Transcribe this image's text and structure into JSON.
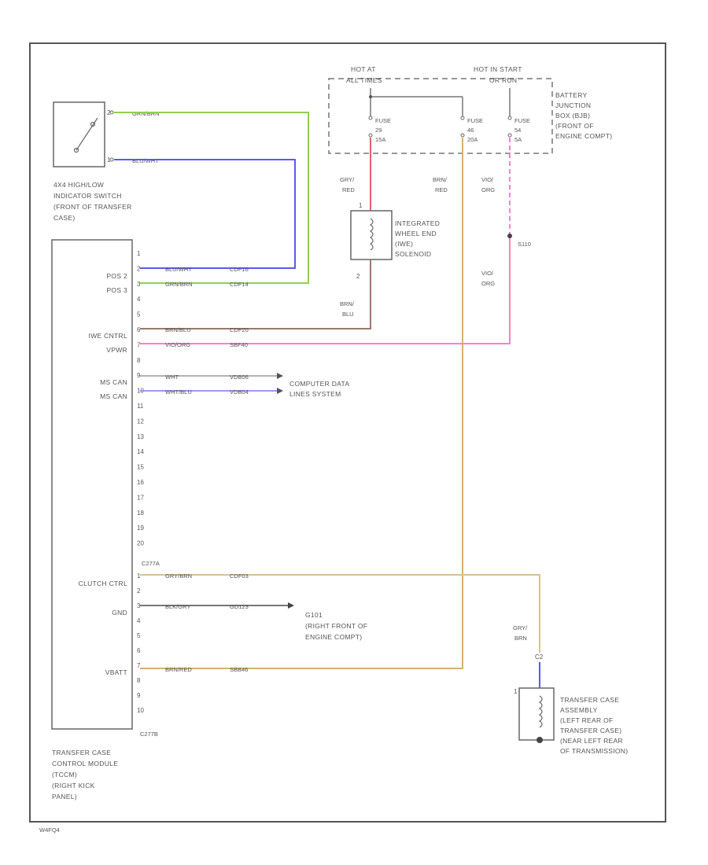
{
  "footer_code": "W4FQ4",
  "colors": {
    "frame": "#555555",
    "wire_green": "#8fd14f",
    "wire_blue": "#5a5af0",
    "wire_pink": "#ff7fcf",
    "wire_red": "#e8606a",
    "wire_brown": "#9a7a6a",
    "wire_tan": "#d8b070",
    "wire_gray": "#9a9a9a"
  },
  "switch": {
    "label": [
      "4X4 HIGH/LOW",
      "INDICATOR SWITCH",
      "(FRONT OF TRANSFER",
      "CASE)"
    ],
    "pin_top": "2",
    "pin_bottom": "1",
    "wire_top_color": "GRN/BRN",
    "wire_bottom_color": "BLU/WHT"
  },
  "junction_box": {
    "hot_left": [
      "HOT AT",
      "ALL TIMES"
    ],
    "hot_right": [
      "HOT IN START",
      "OR RUN"
    ],
    "label": [
      "BATTERY",
      "JUNCTION",
      "BOX (BJB)",
      "(FRONT OF",
      "ENGINE COMPT)"
    ],
    "fuses": [
      {
        "name": "FUSE",
        "num": "29",
        "amp": "15A"
      },
      {
        "name": "FUSE",
        "num": "46",
        "amp": "20A"
      },
      {
        "name": "FUSE",
        "num": "54",
        "amp": "5A"
      }
    ]
  },
  "wire_labels": {
    "fuse1": [
      "GRY/",
      "RED"
    ],
    "fuse2": [
      "BRN/",
      "RED"
    ],
    "fuse3": [
      "VIO/",
      "ORG"
    ],
    "fuse3_lower": [
      "VIO/",
      "ORG"
    ],
    "solenoid_out": [
      "BRN/",
      "BLU"
    ],
    "motor_in": [
      "GRY/",
      "BRN"
    ]
  },
  "splice": "S110",
  "solenoid": {
    "label": [
      "INTEGRATED",
      "WHEEL END",
      "(IWE)",
      "SOLENOID"
    ],
    "pin_top": "1",
    "pin_bottom": "2"
  },
  "module": {
    "label": [
      "TRANSFER CASE",
      "CONTROL MODULE",
      "(TCCM)",
      "(RIGHT KICK",
      "PANEL)"
    ],
    "connector_a": "C277A",
    "connector_b": "C277B",
    "pin_labels": {
      "pos2": "POS 2",
      "pos3": "POS 3",
      "iwe": "IWE CNTRL",
      "vpwr": "VPWR",
      "mscan_p": "MS CAN",
      "mscan_m": "MS CAN",
      "clutch": "CLUTCH CTRL",
      "gnd": "GND",
      "vbatt": "VBATT"
    },
    "pins_a": [
      "1",
      "2",
      "3",
      "4",
      "5",
      "6",
      "7",
      "8",
      "9",
      "10",
      "11",
      "12",
      "13",
      "14",
      "15",
      "16",
      "17",
      "18",
      "19",
      "20"
    ],
    "pins_b": [
      "1",
      "2",
      "3",
      "4",
      "5",
      "6",
      "7",
      "8",
      "9",
      "10"
    ]
  },
  "wires": {
    "pos2": {
      "color": "BLU/WHT",
      "circuit": "CDF16"
    },
    "pos3": {
      "color": "GRN/BRN",
      "circuit": "CDF14"
    },
    "iwe": {
      "color": "BRN/BLU",
      "circuit": "CDF20"
    },
    "vpwr": {
      "color": "VIO/ORG",
      "circuit": "SBF40"
    },
    "mscan_p": {
      "color": "WHT",
      "circuit": "VDB06"
    },
    "mscan_m": {
      "color": "WHT/BLU",
      "circuit": "VDB04"
    },
    "clutch": {
      "color": "GRY/BRN",
      "circuit": "CDF03"
    },
    "gnd": {
      "color": "BLK/GRY",
      "circuit": "GD123"
    },
    "vbatt": {
      "color": "BRN/RED",
      "circuit": "SBB46"
    }
  },
  "computer_data": [
    "COMPUTER DATA",
    "LINES SYSTEM"
  ],
  "ground": {
    "name": "G101",
    "label": [
      "(RIGHT FRONT OF",
      "ENGINE COMPT)"
    ]
  },
  "motor": {
    "label": [
      "TRANSFER CASE",
      "ASSEMBLY",
      "(LEFT REAR OF",
      "TRANSFER CASE)",
      "(NEAR LEFT REAR",
      "OF TRANSMISSION)"
    ],
    "pin_top": "C2",
    "pin_bottom": "1"
  }
}
